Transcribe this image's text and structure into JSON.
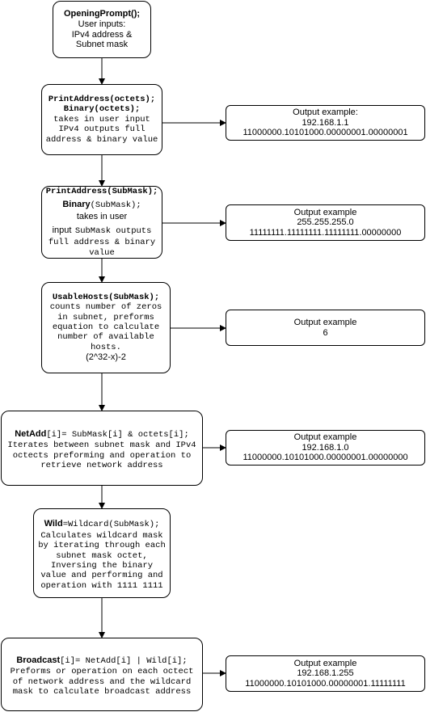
{
  "steps": [
    {
      "code_bold": "OpeningPrompt();",
      "lines": [
        "User inputs:",
        "IPv4 address &",
        "Subnet mask"
      ]
    },
    {
      "code_bold": [
        "PrintAddress(octets);",
        "Binary(octets);"
      ],
      "lines": [
        "takes in user input",
        "IPv4 outputs full",
        "address & binary value"
      ]
    },
    {
      "code_bold": [
        "PrintAddress(SubMask);",
        "Binary"
      ],
      "code_rest": "(SubMask);",
      "lines_top": "takes in user",
      "input_word": "input",
      "input_rest": "SubMask outputs",
      "lines": [
        "full address & binary",
        "value"
      ]
    },
    {
      "code_bold": "UsableHosts(SubMask);",
      "lines": [
        "counts number of zeros",
        "in subnet, preforms",
        "equation to calculate",
        "number of available",
        "hosts."
      ],
      "formula": "(2^32-x)-2"
    },
    {
      "code_bold": "NetAdd",
      "code_rest": "[i]= SubMask[i] & octets[i];",
      "lines": [
        "Iterates between subnet mask and IPv4",
        "octects preforming and operation to",
        "retrieve network address"
      ]
    },
    {
      "code_bold": "Wild",
      "code_rest": "=Wildcard(SubMask);",
      "lines": [
        "Calculates wildcard mask",
        "by iterating through each",
        "subnet mask octet,",
        "Inversing the binary",
        "value and performing and",
        "operation with 1111 1111"
      ]
    },
    {
      "code_bold": "Broadcast",
      "code_rest": "[i]= NetAdd[i] | Wild[i];",
      "lines": [
        "Preforms or operation on each octect",
        "of network address and the wildcard",
        "mask to calculate broadcast address"
      ]
    }
  ],
  "outputs": [
    {
      "title": "Output example:",
      "line1": "192.168.1.1",
      "line2": "11000000.10101000.00000001.00000001"
    },
    {
      "title": "Output example",
      "line1": "255.255.255.0",
      "line2": "11111111.11111111.11111111.00000000"
    },
    {
      "title": "Output example",
      "line1": "6"
    },
    {
      "title": "Output example",
      "line1": "192.168.1.0",
      "line2": "11000000.10101000.00000001.00000000"
    },
    {
      "title": "Output example",
      "line1": "192.168.1.255",
      "line2": "11000000.10101000.00000001.11111111"
    }
  ]
}
